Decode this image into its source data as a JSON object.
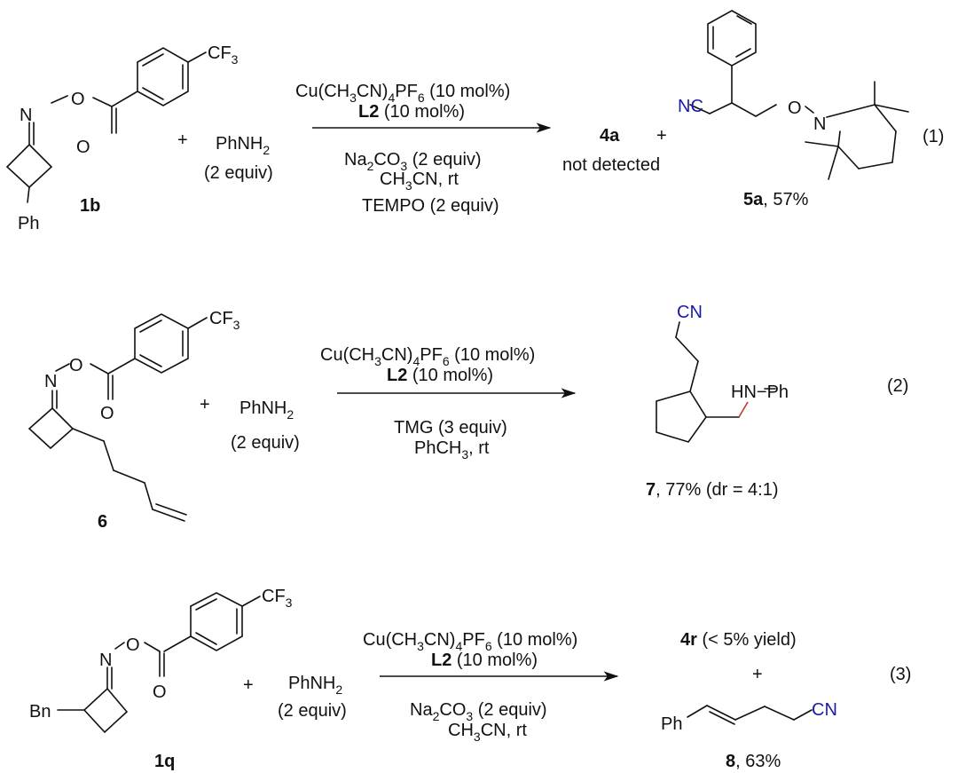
{
  "reactions": [
    {
      "number_label": "(1)",
      "substrate": {
        "label": "1b",
        "substituent": "Ph",
        "group": "CF3"
      },
      "reagent": {
        "name": "PhNH2",
        "amount": "(2 equiv)"
      },
      "plus": "+",
      "conditions_above": [
        "Cu(CH3CN)4PF6 (10 mol%)",
        "L2 (10 mol%)"
      ],
      "conditions_below": [
        "Na2CO3 (2 equiv)",
        "CH3CN, rt",
        "TEMPO (2 equiv)"
      ],
      "product_a": {
        "label": "4a",
        "note": "not detected"
      },
      "product_b": {
        "label": "5a",
        "yield": ", 57%",
        "nitrile": "NC",
        "O": "O",
        "N": "N"
      }
    },
    {
      "number_label": "(2)",
      "substrate": {
        "label": "6",
        "group": "CF3"
      },
      "reagent": {
        "name": "PhNH2",
        "amount": "(2 equiv)"
      },
      "plus": "+",
      "conditions_above": [
        "Cu(CH3CN)4PF6 (10 mol%)",
        "L2 (10 mol%)"
      ],
      "conditions_below": [
        "TMG (3 equiv)",
        "PhCH3, rt"
      ],
      "product": {
        "label": "7",
        "yield": ", 77% (dr = 4:1)",
        "nitrile": "CN",
        "amine": "HN−Ph"
      }
    },
    {
      "number_label": "(3)",
      "substrate": {
        "label": "1q",
        "substituent": "Bn",
        "group": "CF3"
      },
      "reagent": {
        "name": "PhNH2",
        "amount": "(2 equiv)"
      },
      "plus": "+",
      "conditions_above": [
        "Cu(CH3CN)4PF6 (10 mol%)",
        "L2 (10 mol%)"
      ],
      "conditions_below": [
        "Na2CO3 (2 equiv)",
        "CH3CN, rt"
      ],
      "product_a": {
        "label": "4r",
        "note": " (< 5% yield)"
      },
      "product_b": {
        "label": "8",
        "yield": ", 63%",
        "nitrile": "CN",
        "substituent": "Ph"
      }
    }
  ],
  "colors": {
    "bond": "#111111",
    "nitrile": "#1a1aa6",
    "highlight_bond": "#c0392b"
  }
}
